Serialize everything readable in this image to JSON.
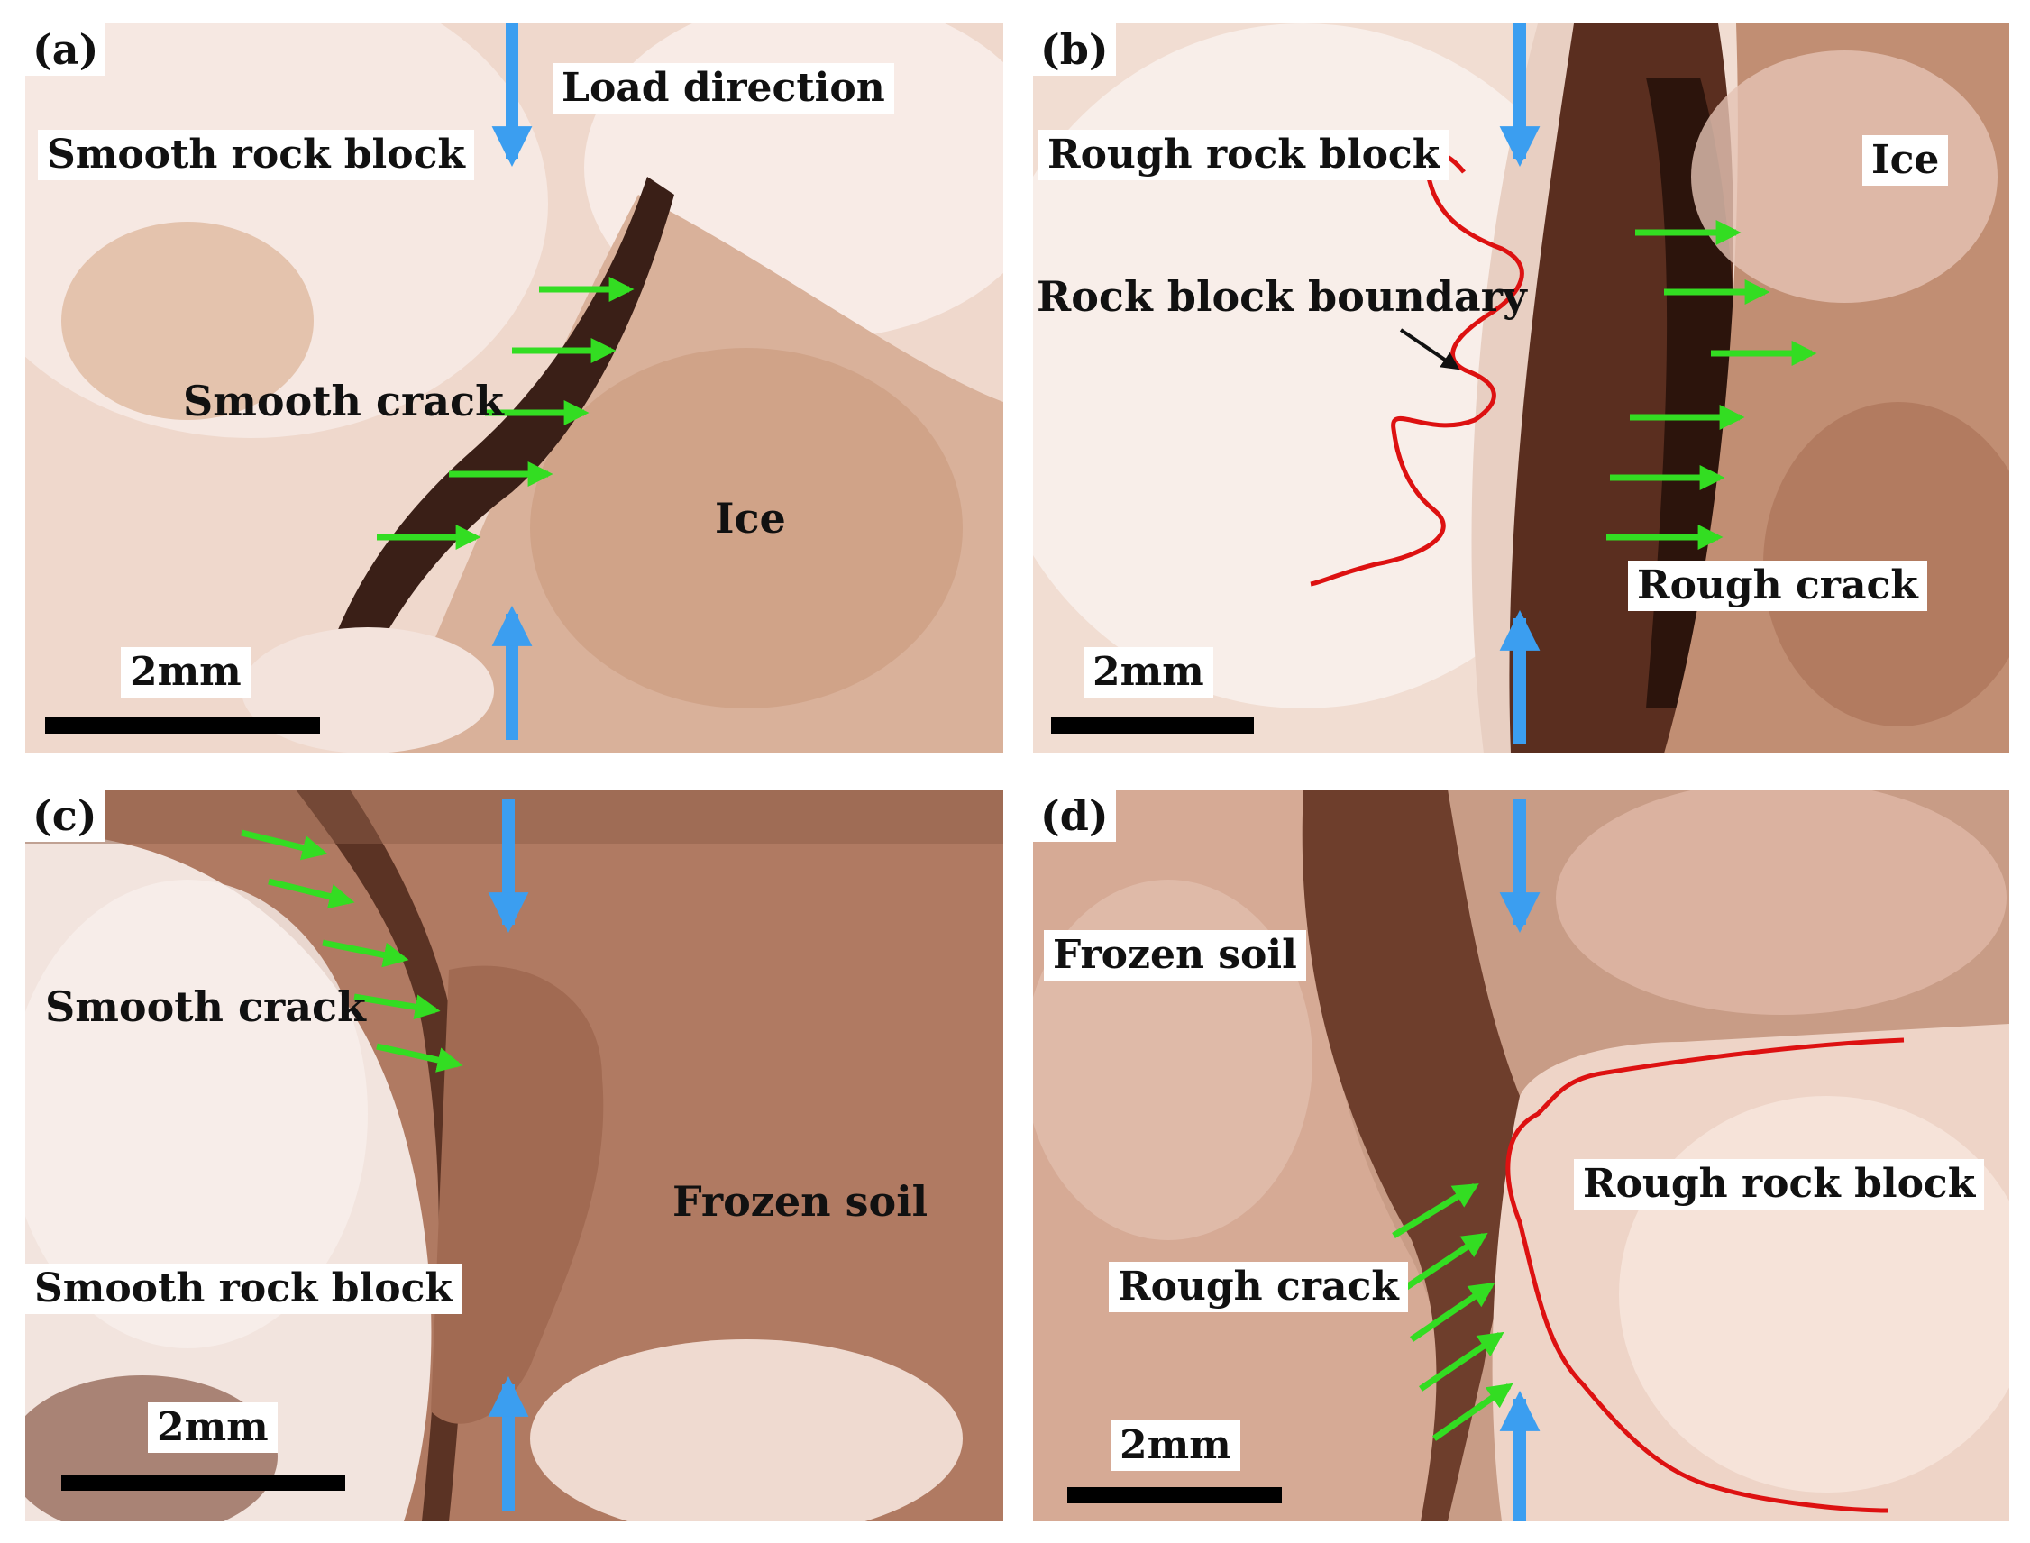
{
  "colors": {
    "load_arrow": "#3b9ef0",
    "crack_arrow": "#33dd22",
    "boundary_line": "#dd1111",
    "scale_bar": "#000000"
  },
  "panels": {
    "a": {
      "tag": "(a)",
      "labels": {
        "load_direction": "Load direction",
        "rock_block": "Smooth rock block",
        "crack": "Smooth crack",
        "ice": "Ice",
        "scale": "2mm"
      }
    },
    "b": {
      "tag": "(b)",
      "labels": {
        "rock_block": "Rough rock block",
        "ice": "Ice",
        "boundary": "Rock block boundary",
        "crack": "Rough crack",
        "scale": "2mm"
      }
    },
    "c": {
      "tag": "(c)",
      "labels": {
        "crack": "Smooth crack",
        "frozen_soil": "Frozen soil",
        "rock_block": "Smooth rock block",
        "scale": "2mm"
      }
    },
    "d": {
      "tag": "(d)",
      "labels": {
        "frozen_soil": "Frozen soil",
        "rock_block": "Rough rock block",
        "crack": "Rough crack",
        "scale": "2mm"
      }
    }
  }
}
